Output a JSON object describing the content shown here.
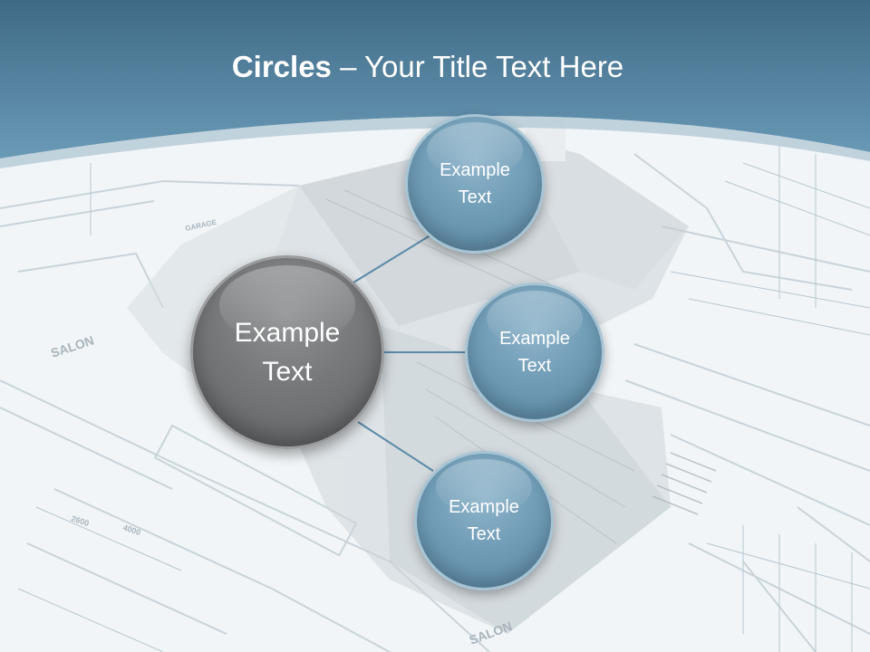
{
  "title": {
    "bold": "Circles",
    "rest": " – Your Title Text Here"
  },
  "diagram": {
    "center": {
      "label_line1": "Example",
      "label_line2": "Text"
    },
    "items": [
      {
        "label_line1": "Example",
        "label_line2": "Text"
      },
      {
        "label_line1": "Example",
        "label_line2": "Text"
      },
      {
        "label_line1": "Example",
        "label_line2": "Text"
      }
    ]
  },
  "background": {
    "plan_text_1": "SALON",
    "plan_text_2": "GARAGE",
    "plan_text_3": "SALON",
    "plan_dim_1": "2600",
    "plan_dim_2": "4000"
  },
  "colors": {
    "header": "#4f7f9c",
    "center_circle": "#76787a",
    "item_circle": "#6f9bb5",
    "connector": "#5b8aa6"
  }
}
